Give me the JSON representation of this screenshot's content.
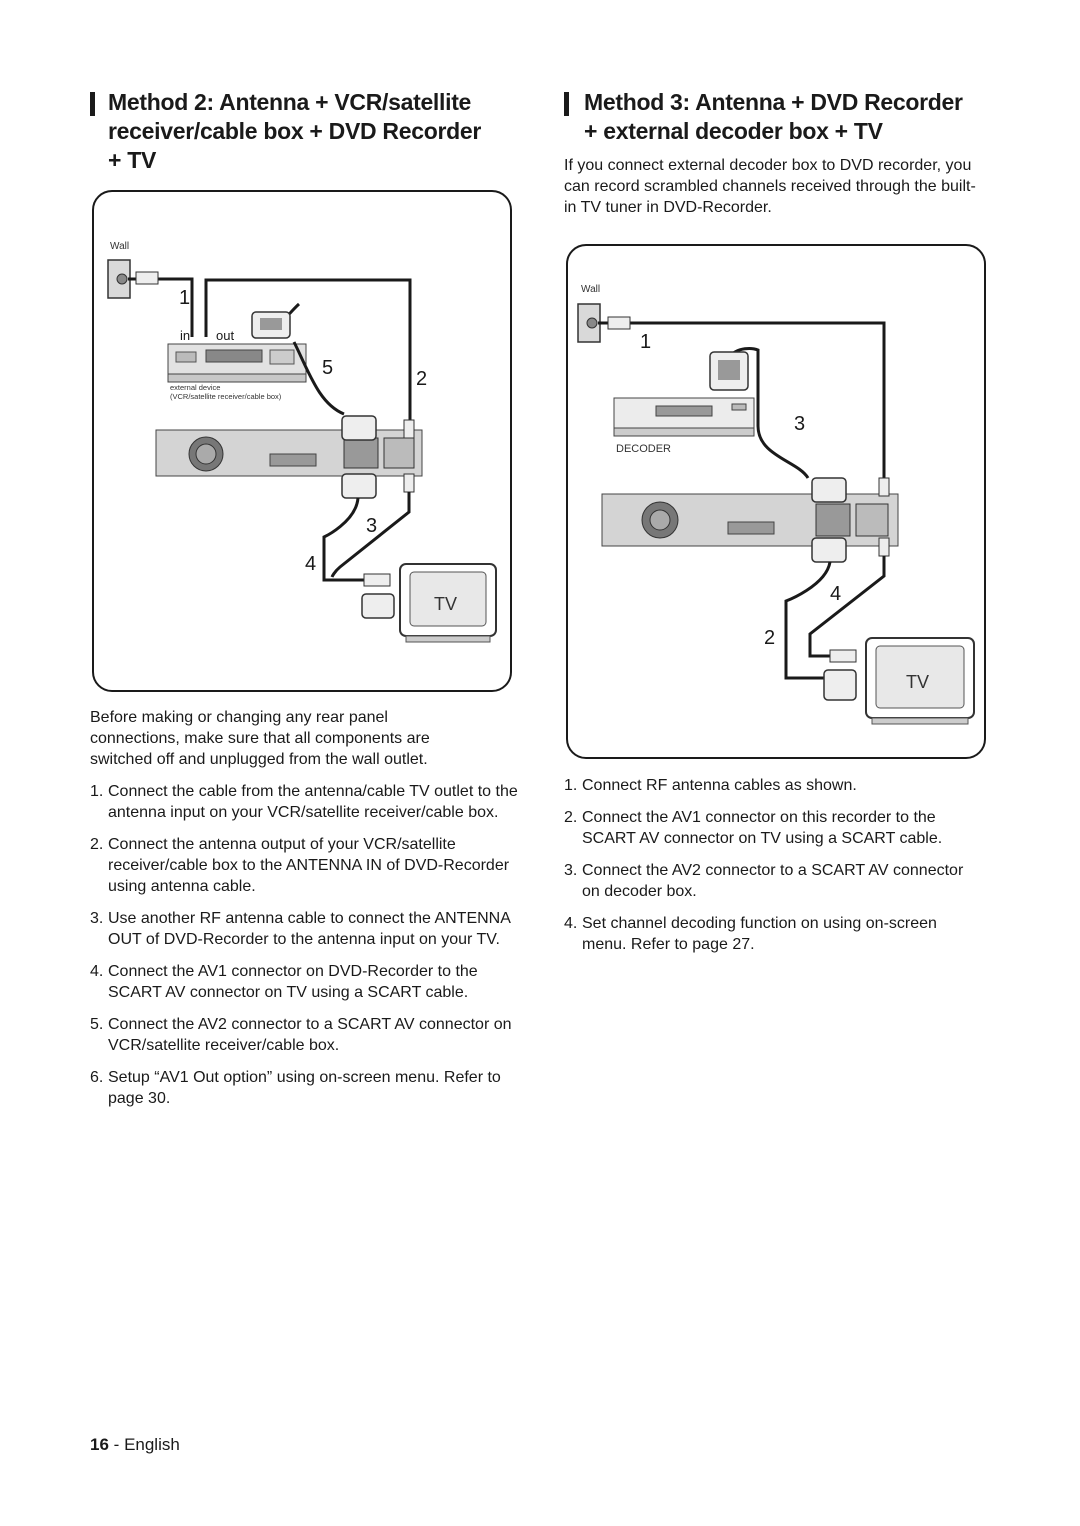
{
  "method2": {
    "heading_line1": "Method 2: Antenna + VCR/satellite",
    "heading_line2": "receiver/cable box + DVD Recorder",
    "heading_line3": "+ TV",
    "diagram": {
      "wall_label": "Wall",
      "in_label": "in",
      "out_label": "out",
      "external_device_label": "external device",
      "external_device_sublabel": "(VCR/satellite receiver/cable box)",
      "tv_label": "TV",
      "callouts": [
        "1",
        "2",
        "3",
        "4",
        "5"
      ]
    },
    "intro": "Before making or changing any rear panel connections, make sure that all components are switched off and unplugged from the wall outlet.",
    "steps": [
      "Connect the cable from the antenna/cable TV outlet to the antenna input on your VCR/satellite receiver/cable box.",
      "Connect the antenna output of your VCR/satellite receiver/cable box to the ANTENNA IN of DVD-Recorder using antenna cable.",
      "Use another RF antenna cable to connect the ANTENNA OUT of DVD-Recorder to the antenna input on your TV.",
      "Connect the AV1 connector on DVD-Recorder to the SCART AV connector on TV using a SCART cable.",
      "Connect the AV2 connector to a SCART AV connector on VCR/satellite receiver/cable box.",
      "Setup “AV1 Out option” using on-screen menu. Refer to page 30."
    ]
  },
  "method3": {
    "heading_line1": "Method 3: Antenna + DVD Recorder",
    "heading_line2": "+ external decoder box + TV",
    "intro": "If you connect external decoder box to DVD recorder, you can record scrambled channels received through the built-in TV tuner in DVD-Recorder.",
    "diagram": {
      "wall_label": "Wall",
      "decoder_label": "DECODER",
      "tv_label": "TV",
      "callouts": [
        "1",
        "2",
        "3",
        "4"
      ]
    },
    "steps": [
      "Connect RF antenna cables as shown.",
      "Connect the AV1 connector on this recorder to the SCART AV connector on TV using a SCART cable.",
      "Connect the AV2 connector to a SCART AV connector on decoder box.",
      "Set channel decoding function on using on-screen menu. Refer to page 27."
    ]
  },
  "footer": {
    "page_number": "16",
    "separator": "-",
    "language": "English"
  }
}
